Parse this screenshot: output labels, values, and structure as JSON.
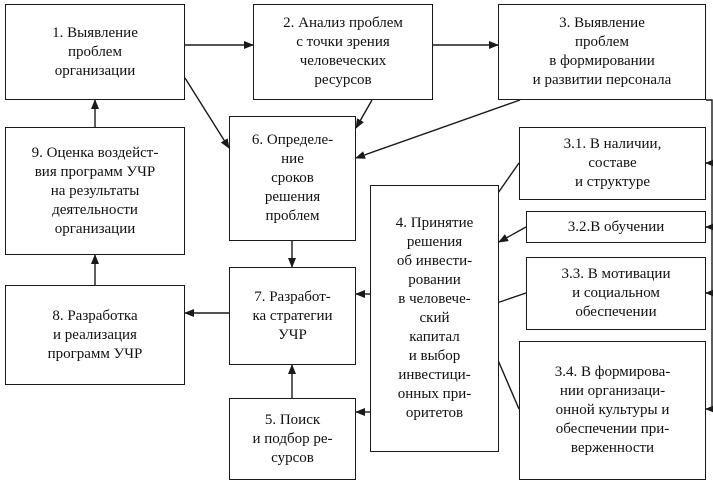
{
  "diagram": {
    "nodes": {
      "n1": {
        "label": "1. Выявление\nпроблем\nорганизации"
      },
      "n2": {
        "label": "2. Анализ проблем\nс точки зрения\nчеловеческих\nресурсов"
      },
      "n3": {
        "label": "3. Выявление\nпроблем\nв формировании\nи развитии персонала"
      },
      "n9": {
        "label": "9. Оценка воздейст-\nвия программ УЧР\nна результаты\nдеятельности\nорганизации"
      },
      "n6": {
        "label": "6. Определе-\nние\nсроков\nрешения\nпроблем"
      },
      "n31": {
        "label": "3.1. В наличии,\nсоставе\nи структуре"
      },
      "n4": {
        "label": "4. Принятие\nрешения\nоб инвести-\nровании\nв человече-\nский\nкапитал\nи выбор\nинвестици-\nонных при-\nоритетов"
      },
      "n32": {
        "label": "3.2.В обучении"
      },
      "n33": {
        "label": "3.3. В мотивации\nи социальном\nобеспечении"
      },
      "n8": {
        "label": "8. Разработка\nи реализация\nпрограмм УЧР"
      },
      "n7": {
        "label": "7. Разработ-\nка стратегии\nУЧР"
      },
      "n34": {
        "label": "3.4. В формирова-\nнии организаци-\nонной культуры и\nобеспечении при-\nверженности"
      },
      "n5": {
        "label": "5. Поиск\nи подбор ре-\nсурсов"
      }
    },
    "edges": [
      {
        "from": "n1",
        "to": "n2"
      },
      {
        "from": "n2",
        "to": "n3"
      },
      {
        "from": "n1",
        "to": "n6"
      },
      {
        "from": "n2",
        "to": "n6"
      },
      {
        "from": "n3",
        "to": "n6"
      },
      {
        "from": "n3",
        "to": "n31"
      },
      {
        "from": "n3",
        "to": "n32"
      },
      {
        "from": "n3",
        "to": "n33"
      },
      {
        "from": "n3",
        "to": "n34"
      },
      {
        "from": "n31",
        "to": "n4"
      },
      {
        "from": "n32",
        "to": "n4"
      },
      {
        "from": "n33",
        "to": "n4"
      },
      {
        "from": "n34",
        "to": "n4"
      },
      {
        "from": "n6",
        "to": "n7"
      },
      {
        "from": "n4",
        "to": "n7"
      },
      {
        "from": "n4",
        "to": "n5"
      },
      {
        "from": "n5",
        "to": "n7"
      },
      {
        "from": "n7",
        "to": "n8"
      },
      {
        "from": "n8",
        "to": "n9"
      },
      {
        "from": "n9",
        "to": "n1"
      }
    ]
  },
  "colors": {
    "stroke": "#1a1a1a",
    "text": "#111111",
    "background": "#ffffff"
  }
}
